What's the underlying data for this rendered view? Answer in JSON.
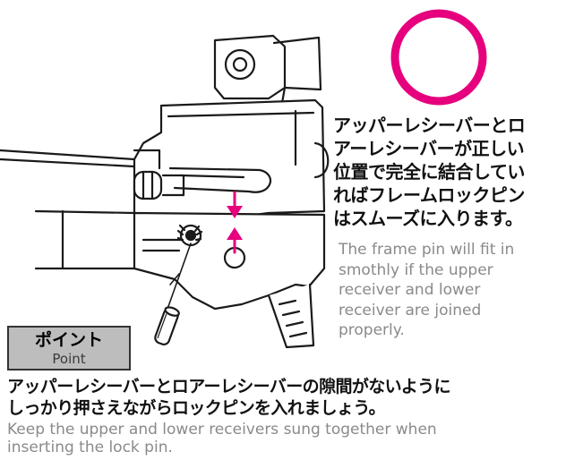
{
  "colors": {
    "accent": "#e6007e",
    "ink": "#111111",
    "english_text": "#8a8a8a",
    "badge_fill": "#bdbdbd"
  },
  "icons": {
    "ok_mark": "circle-ok-icon",
    "arrow_down": "arrow-down-icon",
    "arrow_up": "arrow-up-icon"
  },
  "note": {
    "jp_lines": [
      "アッパーレシーバーとロ",
      "アーレシーバーが正しい",
      "位置で完全に結合してい",
      "ればフレームロックピン",
      "はスムーズに入ります。"
    ],
    "en_lines": [
      "The frame pin will fit in",
      "smothly if the upper",
      "receiver and lower",
      "receiver are joined",
      "properly."
    ]
  },
  "point": {
    "jp": "ポイント",
    "en": "Point"
  },
  "footer": {
    "jp_lines": [
      "アッパーレシーバーとロアーレシーバーの隙間がないように",
      "しっかり押さえながらロックピンを入れましょう。"
    ],
    "en_lines": [
      "Keep the upper and lower receivers sung together when",
      "inserting the lock pin."
    ]
  }
}
